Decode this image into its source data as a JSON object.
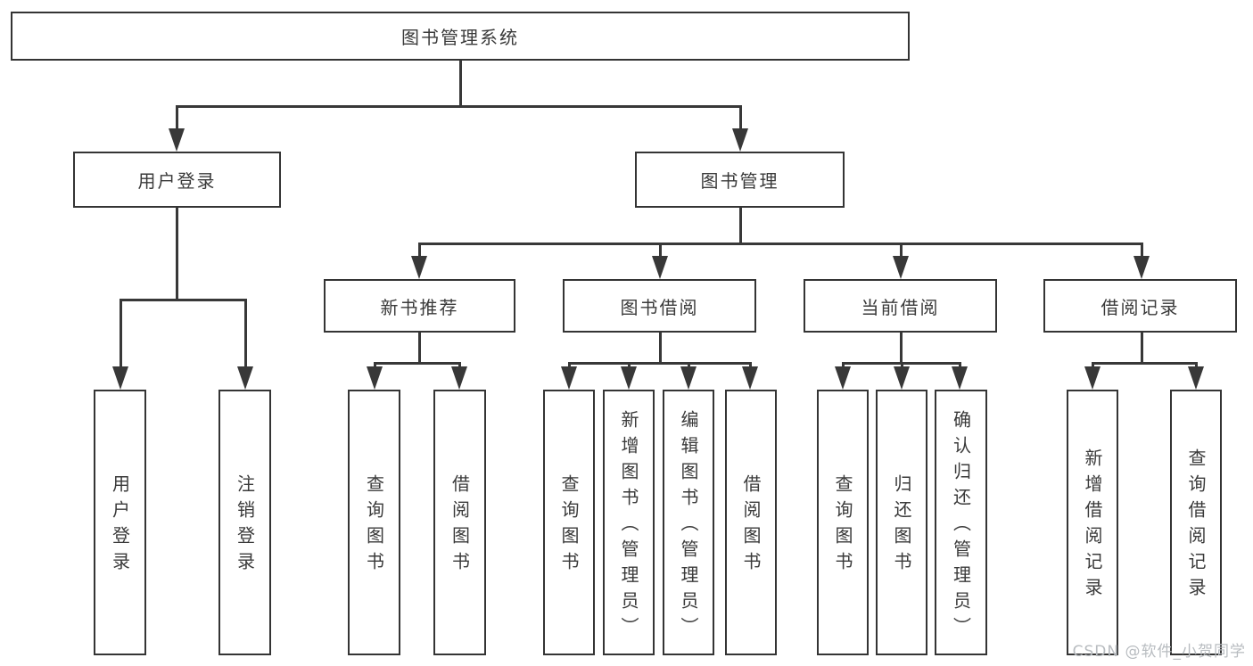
{
  "diagram": {
    "root": "图书管理系统",
    "level2": {
      "user_login": "用户登录",
      "book_mgmt": "图书管理"
    },
    "level3": {
      "new_book": "新书推荐",
      "book_borrow": "图书借阅",
      "current_borrow": "当前借阅",
      "borrow_records": "借阅记录"
    },
    "leaves": {
      "login": [
        "用户登录",
        "注销登录"
      ],
      "new_book": [
        "查询图书",
        "借阅图书"
      ],
      "book_borrow": [
        "查询图书",
        "新增图书（管理员）",
        "编辑图书（管理员）",
        "借阅图书"
      ],
      "current_borrow": [
        "查询图书",
        "归还图书",
        "确认归还（管理员）"
      ],
      "borrow_records": [
        "新增借阅记录",
        "查询借阅记录"
      ]
    }
  },
  "watermark": "CSDN @软件_小贺同学",
  "colors": {
    "line": "#383838",
    "text": "#3a3a3a",
    "watermark": "#b8bcc0"
  }
}
